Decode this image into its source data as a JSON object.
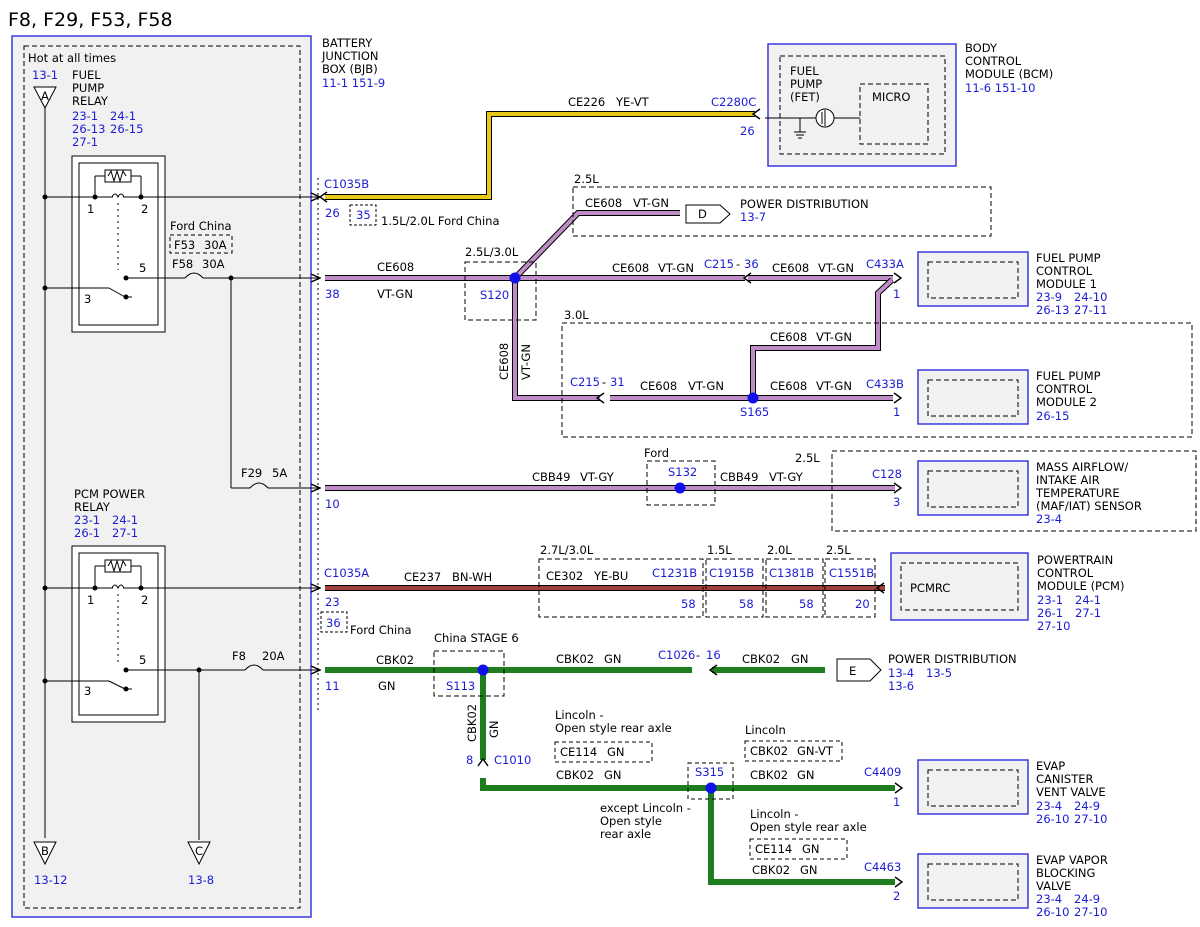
{
  "title": "F8, F29, F53, F58",
  "colors": {
    "module_border": "#3a3ae0",
    "ref_text": "#1b1bd6",
    "splice": "#1010e8",
    "wire_ye_vt": "#e8c81a",
    "wire_vt_gn": "#c08cc8",
    "wire_vt_gy": "#c08cc8",
    "wire_bn_wh": "#a0413e",
    "wire_gn": "#1e7d1e",
    "box_fill": "#f1f1f1"
  },
  "bjb": {
    "hot_label": "Hot at all times",
    "label": [
      "BATTERY",
      "JUNCTION",
      "BOX (BJB)"
    ],
    "refs": "11-1   151-9",
    "connector_top": "C1035B",
    "connector_bottom": "C1035A",
    "pin_26": "26",
    "pin_35": "35",
    "note_35": "1.5L/2.0L Ford China",
    "pin_38": "38",
    "pin_10": "10",
    "pin_23": "23",
    "pin_36": "36",
    "note_36": "Ford China",
    "pin_11": "11"
  },
  "fuel_pump_relay": {
    "label": [
      "FUEL",
      "PUMP",
      "RELAY"
    ],
    "refs": [
      "23-1",
      "24-1",
      "26-13",
      "26-15",
      "27-1"
    ],
    "pins": [
      "1",
      "2",
      "3",
      "5"
    ]
  },
  "pcm_power_relay": {
    "label": [
      "PCM POWER",
      "RELAY"
    ],
    "refs": [
      "23-1",
      "24-1",
      "26-1",
      "27-1"
    ],
    "pins": [
      "1",
      "2",
      "3",
      "5"
    ]
  },
  "offpage": {
    "A": {
      "letter": "A",
      "ref": "13-1"
    },
    "B": {
      "letter": "B",
      "ref": "13-12"
    },
    "C": {
      "letter": "C",
      "ref": "13-8"
    }
  },
  "fuses": {
    "ford_china": "Ford China",
    "f53": "F53",
    "f53_amp": "30A",
    "f58": "F58",
    "f58_amp": "30A",
    "f29": "F29",
    "f29_amp": "5A",
    "f8": "F8",
    "f8_amp": "20A"
  },
  "bcm": {
    "label": [
      "BODY",
      "CONTROL",
      "MODULE (BCM)"
    ],
    "refs": "11-6   151-10",
    "fet": [
      "FUEL",
      "PUMP",
      "(FET)"
    ],
    "micro": "MICRO",
    "connector": "C2280C",
    "pin": "26"
  },
  "wires": {
    "ce226": "CE226",
    "ye_vt": "YE-VT",
    "ce608": "CE608",
    "vt_gn": "VT-GN",
    "cbb49": "CBB49",
    "vt_gy": "VT-GY",
    "ce237": "CE237",
    "bn_wh": "BN-WH",
    "ce302": "CE302",
    "ye_bu": "YE-BU",
    "cbk02": "CBK02",
    "gn": "GN",
    "ce114": "CE114",
    "gn_vt": "GN-VT"
  },
  "power_dist_d": {
    "letter": "D",
    "label": "POWER DISTRIBUTION",
    "ref": "13-7",
    "option": "2.5L"
  },
  "power_dist_e": {
    "letter": "E",
    "label": "POWER DISTRIBUTION",
    "refs": [
      "13-4",
      "13-5",
      "13-6"
    ]
  },
  "splices": {
    "s120": "S120",
    "s120_option": "2.5L/3.0L",
    "s165": "S165",
    "s132": "S132",
    "s132_option": "Ford",
    "s113": "S113",
    "s113_option": "China STAGE 6",
    "s315": "S315"
  },
  "inline_connectors": {
    "c215": "C215",
    "c215_pin_a": "36",
    "c215_pin_b": "31",
    "c1026": "C1026",
    "c1026_pin": "16",
    "c1010": "C1010",
    "c1010_pin": "8"
  },
  "fpcm1": {
    "label": [
      "FUEL PUMP",
      "CONTROL",
      "MODULE 1"
    ],
    "refs": [
      "23-9",
      "24-10",
      "26-13",
      "27-11"
    ],
    "connector": "C433A",
    "pin": "1"
  },
  "fpcm2": {
    "label": [
      "FUEL PUMP",
      "CONTROL",
      "MODULE 2"
    ],
    "refs": [
      "26-15"
    ],
    "connector": "C433B",
    "pin": "1",
    "option": "3.0L"
  },
  "maf": {
    "label": [
      "MASS AIRFLOW/",
      "INTAKE AIR",
      "TEMPERATURE",
      "(MAF/IAT) SENSOR"
    ],
    "refs": [
      "23-4"
    ],
    "connector": "C128",
    "pin": "3",
    "option": "2.5L"
  },
  "pcm": {
    "label": [
      "POWERTRAIN",
      "CONTROL",
      "MODULE (PCM)"
    ],
    "refs": [
      "23-1",
      "24-1",
      "26-1",
      "27-1",
      "27-10"
    ],
    "inner": "PCMRC",
    "variants": [
      {
        "option": "2.7L/3.0L",
        "connector": "C1231B",
        "pin": "58"
      },
      {
        "option": "1.5L",
        "connector": "C1915B",
        "pin": "58"
      },
      {
        "option": "2.0L",
        "connector": "C1381B",
        "pin": "58"
      },
      {
        "option": "2.5L",
        "connector": "C1551B",
        "pin": "20"
      }
    ]
  },
  "evap_vent": {
    "label": [
      "EVAP",
      "CANISTER",
      "VENT VALVE"
    ],
    "refs": [
      "23-4",
      "24-9",
      "26-10",
      "27-10"
    ],
    "connector": "C4409",
    "pin": "1"
  },
  "evap_block": {
    "label": [
      "EVAP VAPOR",
      "BLOCKING",
      "VALVE"
    ],
    "refs": [
      "23-4",
      "24-9",
      "26-10",
      "27-10"
    ],
    "connector": "C4463",
    "pin": "2"
  },
  "notes": {
    "lincoln_open": [
      "Lincoln -",
      "Open style rear axle"
    ],
    "lincoln": "Lincoln",
    "except_lincoln": [
      "except Lincoln -",
      "Open style",
      "rear axle"
    ],
    "lincoln_open2": [
      "Lincoln -",
      "Open style rear axle"
    ]
  }
}
